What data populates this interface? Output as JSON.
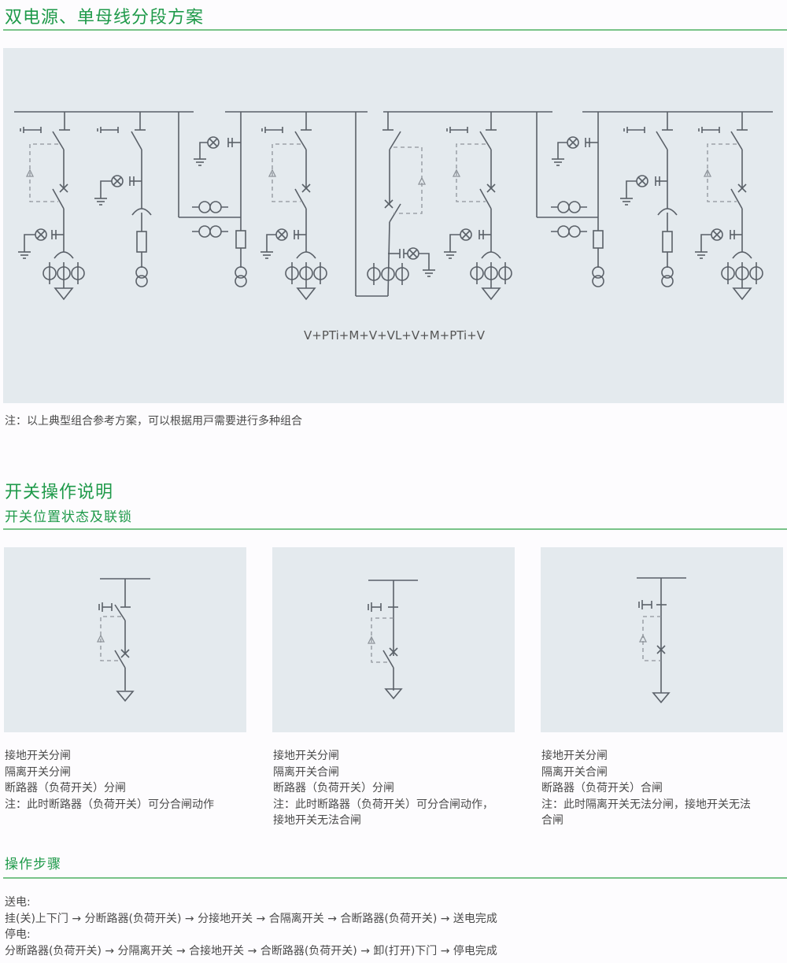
{
  "section1": {
    "title": "双电源、单母线分段方案",
    "diagram_caption": "V+PTi+M+V+VL+V+M+PTi+V",
    "note": "注：以上典型组合参考方案，可以根据用戸需要进行多种组合"
  },
  "section2": {
    "title": "开关操作说明",
    "subtitle": "开关位置状态及联锁",
    "states": [
      {
        "lines": [
          "接地开关分闸",
          "隔离开关分闸",
          "断路器（负荷开关）分闸",
          "注：此时断路器（负荷开关）可分合闸动作"
        ]
      },
      {
        "lines": [
          "接地开关分闸",
          "隔离开关合闸",
          "断路器（负荷开关）分闸",
          "注：此时断路器（负荷开关）可分合闸动作，",
          "接地开关无法合闸"
        ]
      },
      {
        "lines": [
          "接地开关分闸",
          "隔离开关合闸",
          "断路器（负荷开关）合闸",
          "注：此时隔离开关无法分闸，接地开关无法",
          "合闸"
        ]
      }
    ]
  },
  "section3": {
    "title": "操作步骤",
    "power_on_label": "送电:",
    "power_on_steps": "挂(关)上下门 → 分断路器(负荷开关) → 分接地开关 → 合隔离开关 → 合断路器(负荷开关) → 送电完成",
    "power_off_label": "停电:",
    "power_off_steps": "分断路器(负荷开关) → 分隔离开关 → 合接地开关 → 合断路器(负荷开关) → 卸(打开)下门 → 停电完成"
  },
  "colors": {
    "heading": "#1f9a4a",
    "rule": "#79c389",
    "panel": "#e4eaee",
    "line": "#5a6068"
  }
}
